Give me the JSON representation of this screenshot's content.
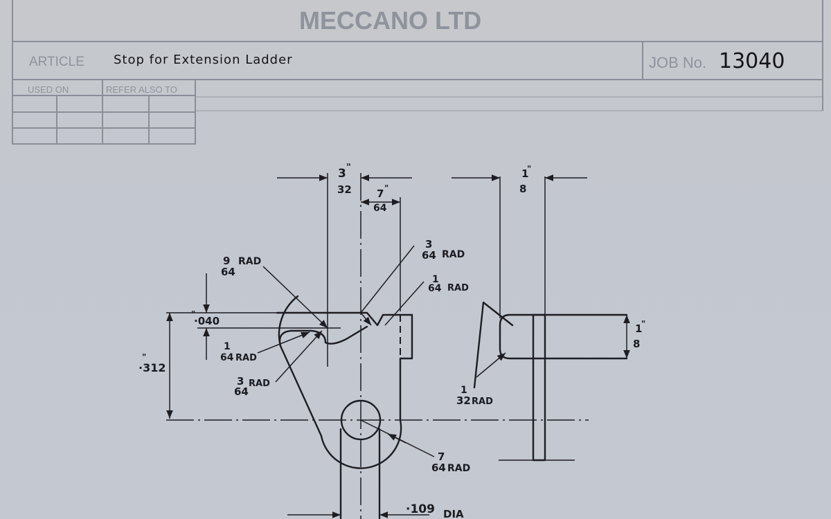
{
  "title_block": {
    "company": "MECCANO LTD",
    "article_label": "ARTICLE",
    "article_value": "Stop for Extension Ladder",
    "job_label": "JOB No.",
    "job_value": "13040",
    "used_on_label": "USED ON",
    "refer_label": "REFER ALSO TO"
  },
  "dimensions": {
    "top_width": {
      "num": "3",
      "den": "32",
      "unit": "\""
    },
    "slot_width": {
      "num": "7",
      "den": "64",
      "unit": "\""
    },
    "side_thickness": {
      "num": "1",
      "den": "8",
      "unit": "\""
    },
    "side_height": {
      "num": "1",
      "den": "8",
      "unit": "\""
    },
    "height": "·312",
    "height_unit": "\"",
    "step": "·040",
    "step_unit": "\"",
    "hole_dia": "·109",
    "hole_suffix": "DIA"
  },
  "radii": [
    {
      "num": "9",
      "den": "64",
      "suffix": "RAD"
    },
    {
      "num": "3",
      "den": "64",
      "suffix": "RAD"
    },
    {
      "num": "1",
      "den": "64",
      "suffix": "RAD"
    },
    {
      "num": "1",
      "den": "64",
      "suffix": "RAD"
    },
    {
      "num": "3",
      "den": "64",
      "suffix": "RAD"
    },
    {
      "num": "1",
      "den": "32",
      "suffix": "RAD"
    },
    {
      "num": "7",
      "den": "64",
      "suffix": "RAD"
    }
  ],
  "colors": {
    "paper": "#c6c9d0",
    "ink": "#1d1d22",
    "grid": "#8a8e99"
  }
}
